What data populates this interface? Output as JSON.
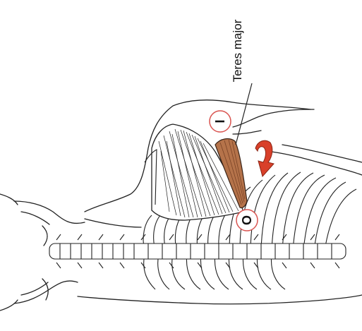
{
  "muscle": {
    "label": "Teres major",
    "color": "#b5734a",
    "fiber_color": "#7a4326"
  },
  "markers": {
    "insertion": {
      "letter": "I",
      "ring_color": "#d9534f"
    },
    "origin": {
      "letter": "O",
      "ring_color": "#d9534f"
    }
  },
  "arrow": {
    "color": "#d8402a",
    "meaning": "rotation"
  },
  "line_color": "#222222"
}
